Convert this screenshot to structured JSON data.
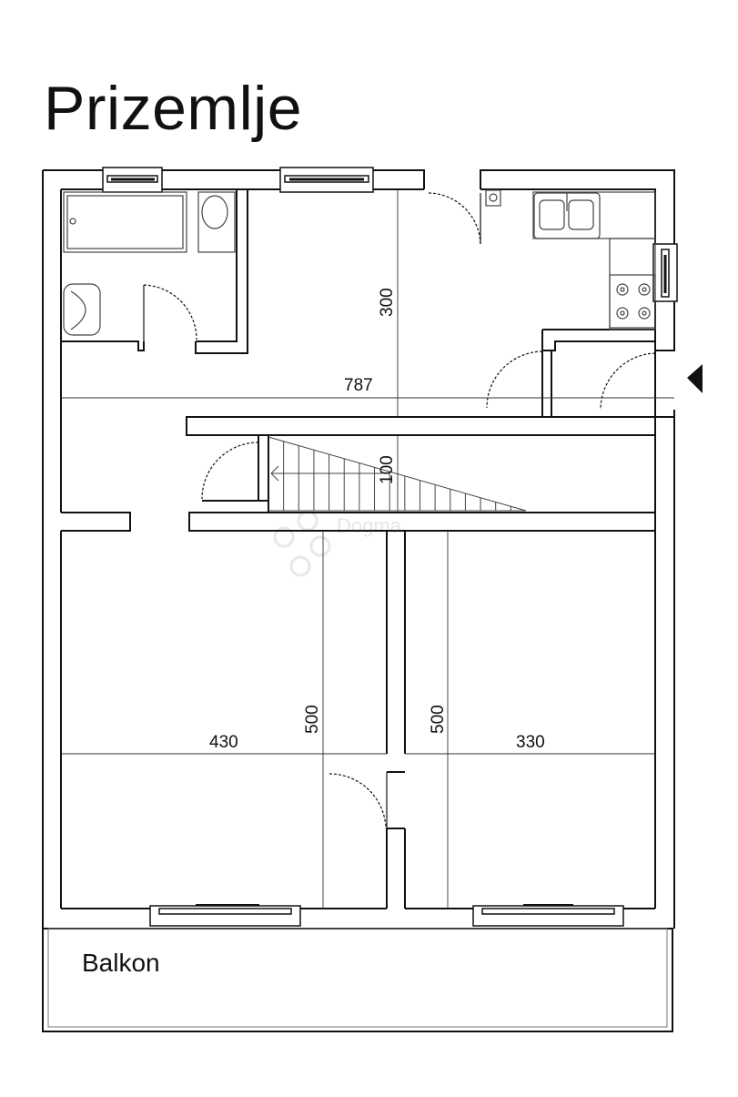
{
  "title": "Prizemlje",
  "dimensions": {
    "width_top": "787",
    "height_top": "300",
    "stair": "100",
    "left_room_width": "430",
    "left_room_height": "500",
    "right_room_width": "330",
    "right_room_height": "500"
  },
  "balcony_label": "Balkon",
  "watermark": "Dogma",
  "colors": {
    "wall": "#111111",
    "fixture": "#444444",
    "dimension": "#333333",
    "watermark": "#e4e4e4"
  }
}
